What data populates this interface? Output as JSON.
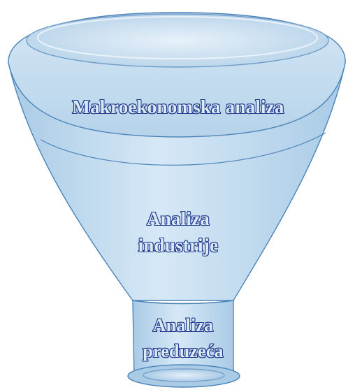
{
  "diagram": {
    "levels": [
      {
        "label": "Makroekonomska analiza"
      },
      {
        "label_lines": [
          "Analiza",
          "industrije"
        ]
      },
      {
        "label_lines": [
          "Analiza",
          "preduzeća"
        ]
      }
    ],
    "colors": {
      "fill": "#bcd7ec",
      "fill_light": "#dcebf7",
      "fill_dark": "#9fc3e0",
      "outline": "#4d84b8",
      "text": "#dce9f7",
      "text_outline": "#1f3a8c"
    }
  }
}
